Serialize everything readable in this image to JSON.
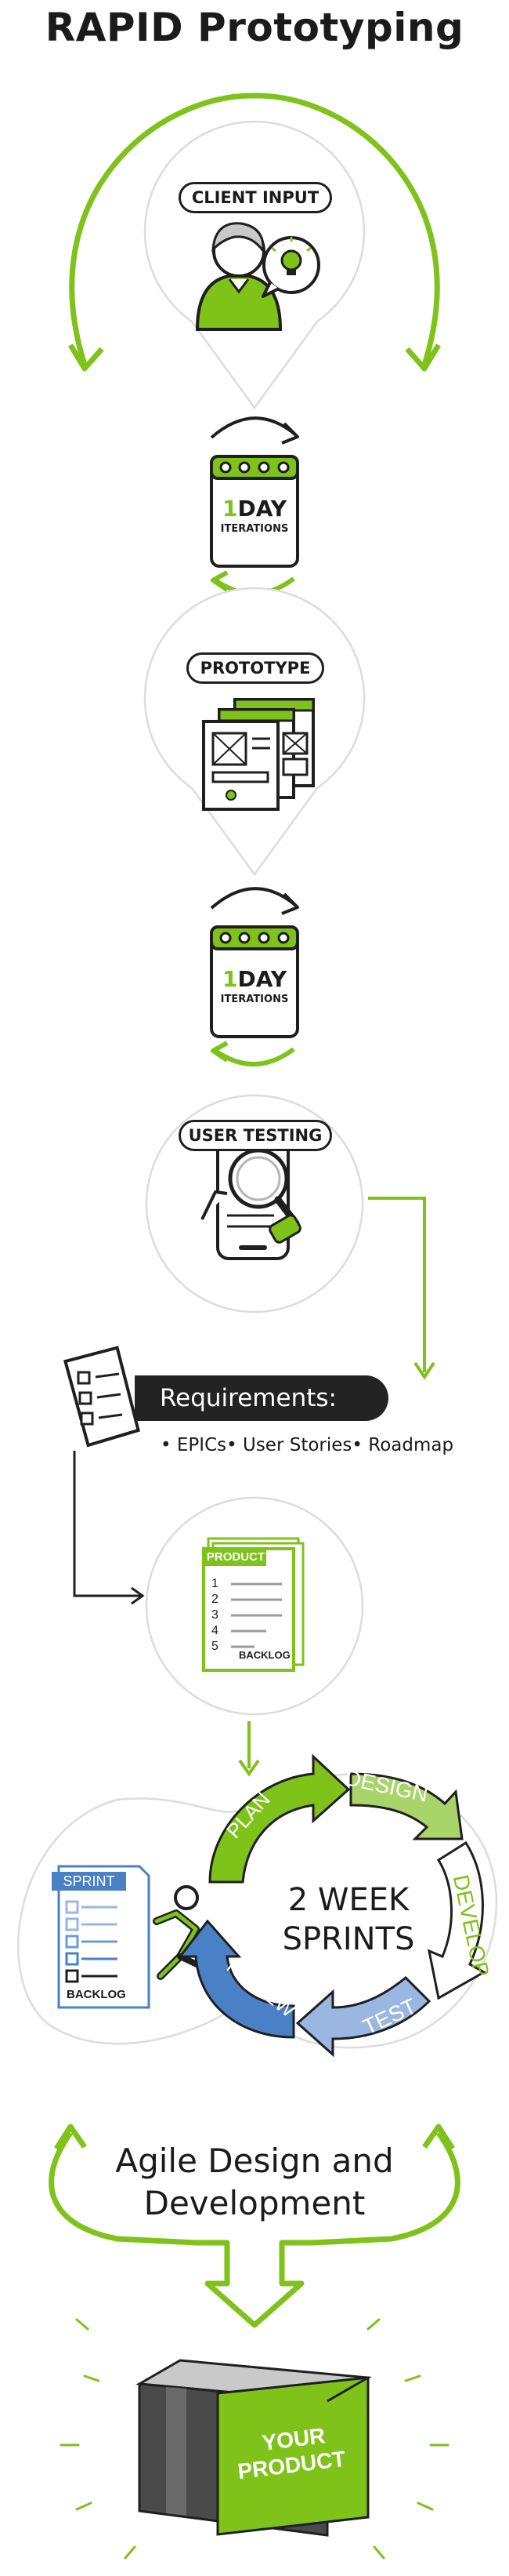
{
  "title": "RAPID Prototyping",
  "stages": {
    "client_input": "CLIENT INPUT",
    "prototype": "PROTOTYPE",
    "user_testing": "USER TESTING"
  },
  "iterations": [
    {
      "number": "1",
      "unit": "DAY",
      "label": "ITERATIONS"
    },
    {
      "number": "1",
      "unit": "DAY",
      "label": "ITERATIONS"
    }
  ],
  "requirements": {
    "heading": "Requirements:",
    "items": "• EPICs• User Stories• Roadmap"
  },
  "product_backlog": {
    "tab": "PRODUCT",
    "numbers": [
      "1",
      "2",
      "3",
      "4",
      "5"
    ],
    "footer": "BACKLOG"
  },
  "sprint_backlog": {
    "tab": "SPRINT",
    "footer": "BACKLOG"
  },
  "cycle": {
    "steps": [
      "PLAN",
      "DESIGN",
      "DEVELOP",
      "TEST",
      "REVIEW"
    ],
    "center_line1": "2 WEEK",
    "center_line2": "SPRINTS"
  },
  "agile": {
    "line1": "Agile Design and",
    "line2": "Development"
  },
  "product_box": {
    "line1": "YOUR",
    "line2": "PRODUCT"
  },
  "colors": {
    "green": "#7ec21a",
    "light_green": "#a9d46a",
    "blue": "#4a80c6",
    "light_blue": "#9bb6e0",
    "dark": "#1f1f1f",
    "circle_border": "#dcdcdc"
  }
}
